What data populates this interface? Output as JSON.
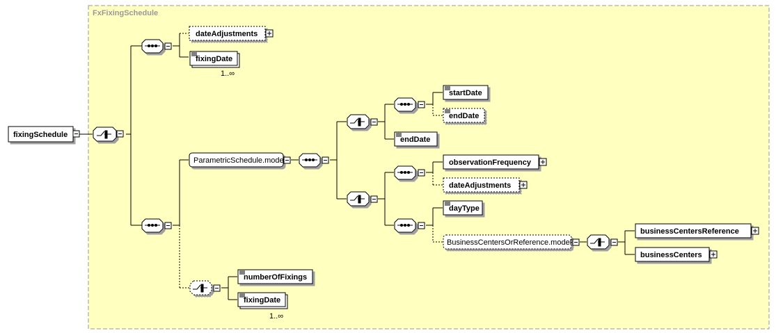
{
  "type_name": "FxFixingSchedule",
  "root_element": "fixingSchedule",
  "elements": {
    "date_adjustments_1": "dateAdjustments",
    "fixing_date_1": "fixingDate",
    "parametric_schedule_model": "ParametricSchedule.model",
    "start_date": "startDate",
    "end_date_optional": "endDate",
    "end_date": "endDate",
    "observation_frequency": "observationFrequency",
    "date_adjustments_2": "dateAdjustments",
    "day_type": "dayType",
    "business_centers_or_reference_model": "BusinessCentersOrReference.model",
    "business_centers_reference": "businessCentersReference",
    "business_centers": "businessCenters",
    "number_of_fixings": "numberOfFixings",
    "fixing_date_2": "fixingDate"
  },
  "cardinality": {
    "fixing_date_1": "1..∞",
    "fixing_date_2": "1..∞"
  },
  "colors": {
    "type_background": "#FFFFC0",
    "type_border": "#999999",
    "type_title": "#999999",
    "line": "#000000",
    "box_background": "#FFFFFF"
  }
}
